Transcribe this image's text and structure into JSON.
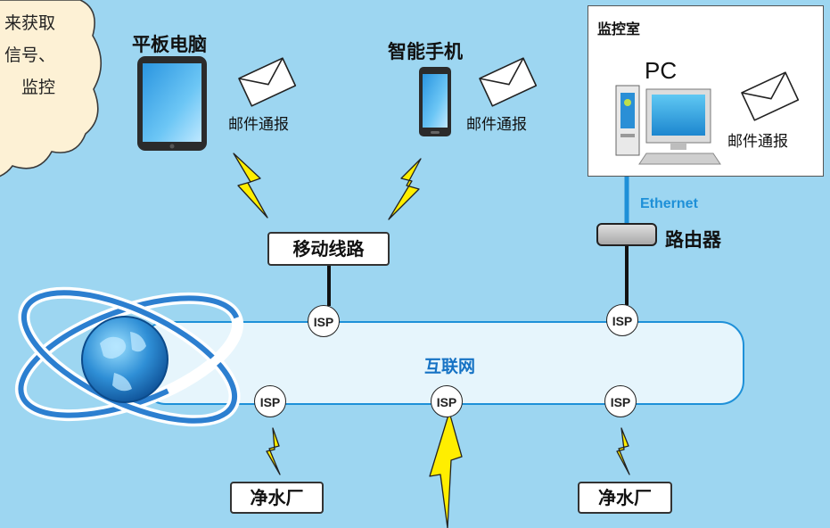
{
  "cloud": {
    "lines": [
      "来获取",
      "信号、",
      "监控"
    ]
  },
  "devices": {
    "tablet_label": "平板电脑",
    "phone_label": "智能手机",
    "pc_label": "PC"
  },
  "mail": {
    "tablet": "邮件通报",
    "phone": "邮件通报",
    "pc": "邮件通报"
  },
  "monitor_room": {
    "title": "监控室"
  },
  "network": {
    "ethernet_label": "Ethernet",
    "router_label": "路由器",
    "mobile_line_label": "移动线路",
    "internet_label": "互联网",
    "isp_label": "ISP"
  },
  "plants": {
    "left": "净水厂",
    "right": "净水厂"
  },
  "colors": {
    "background": "#9dd6f1",
    "internet_band": "#e6f5fc",
    "lightning": "#ffee00",
    "ethernet": "#1e90d8",
    "internet_text": "#1572c4"
  }
}
